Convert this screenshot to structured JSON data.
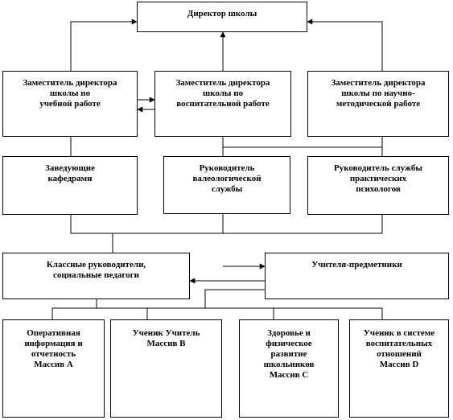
{
  "nodes": {
    "director": "Директор школы",
    "dep_study": "Заместитель директора\nшколы по\nучебной работе",
    "dep_upbr": "Заместитель директора\nшколы по\nвоспитательной   работе",
    "dep_method": "Заместитель директора\nшколы по научно-\nметодической работе",
    "heads_dept": "Заведующие\nкафедрами",
    "head_valeo": "Руководитель\nвалеологической\nслужбы",
    "head_psych": "Руководитель  службы\nпрактических\nпсихологов",
    "class_heads": "Классные  руководители,\nсоциальные педагоги",
    "subject_teachers": "Учителя-предметники",
    "mass_a": "Оперативная\nинформация и\nотчетность\nМассив А",
    "mass_b": "Ученик Учитель\nМассив В",
    "mass_c": "Здоровье и\nфизическое\nразвитие\nшкольников\nМассив С",
    "mass_d": "Ученик в системе\nвоспитательных\nотношений\nМассив D"
  }
}
